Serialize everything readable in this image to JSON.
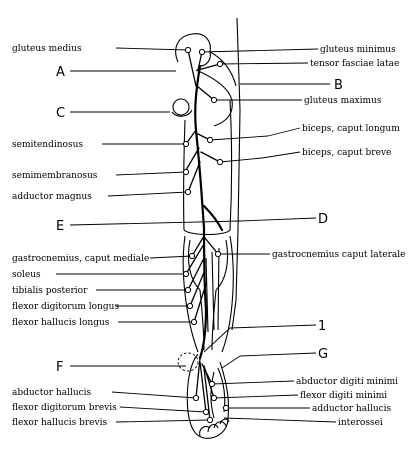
{
  "labels_left": [
    {
      "id": "gluteus-medius",
      "text": "gluteus medius"
    },
    {
      "id": "semitendinosus",
      "text": "semitendinosus"
    },
    {
      "id": "semimembranosus",
      "text": "semimembranosus"
    },
    {
      "id": "adductor-magnus",
      "text": "adductor magnus"
    },
    {
      "id": "gastrocnemius-mediale",
      "text": "gastrocnemius, caput mediale"
    },
    {
      "id": "soleus",
      "text": "soleus"
    },
    {
      "id": "tibialis-posterior",
      "text": "tibialis posterior"
    },
    {
      "id": "flexor-digitorum-longus",
      "text": "flexor digitorum longus"
    },
    {
      "id": "flexor-hallucis-longus",
      "text": "flexor hallucis longus"
    },
    {
      "id": "abductor-hallucis-left",
      "text": "abductor hallucis"
    },
    {
      "id": "flexor-digitorum-brevis",
      "text": "flexor digitorum brevis"
    },
    {
      "id": "flexor-hallucis-brevis",
      "text": "flexor hallucis brevis"
    }
  ],
  "labels_right": [
    {
      "id": "gluteus-minimus",
      "text": "gluteus minimus"
    },
    {
      "id": "tensor-fasciae-latae",
      "text": "tensor fasciae latae"
    },
    {
      "id": "gluteus-maximus",
      "text": "gluteus maximus"
    },
    {
      "id": "biceps-longum",
      "text": "biceps, caput longum"
    },
    {
      "id": "biceps-breve",
      "text": "biceps, caput breve"
    },
    {
      "id": "gastrocnemius-laterale",
      "text": "gastrocnemius   caput laterale"
    },
    {
      "id": "abductor-digiti-minimi",
      "text": "abductor digiti minimi"
    },
    {
      "id": "flexor-digiti-minimi",
      "text": "flexor digiti minimi"
    },
    {
      "id": "abductor-hallucis-right",
      "text": "adductor hallucis"
    },
    {
      "id": "interossei",
      "text": "interossei"
    }
  ],
  "letters": [
    {
      "id": "A",
      "text": "A"
    },
    {
      "id": "B",
      "text": "B"
    },
    {
      "id": "C",
      "text": "C"
    },
    {
      "id": "D",
      "text": "D"
    },
    {
      "id": "E",
      "text": "E"
    },
    {
      "id": "1",
      "text": "1"
    },
    {
      "id": "F",
      "text": "F"
    },
    {
      "id": "G",
      "text": "G"
    }
  ]
}
